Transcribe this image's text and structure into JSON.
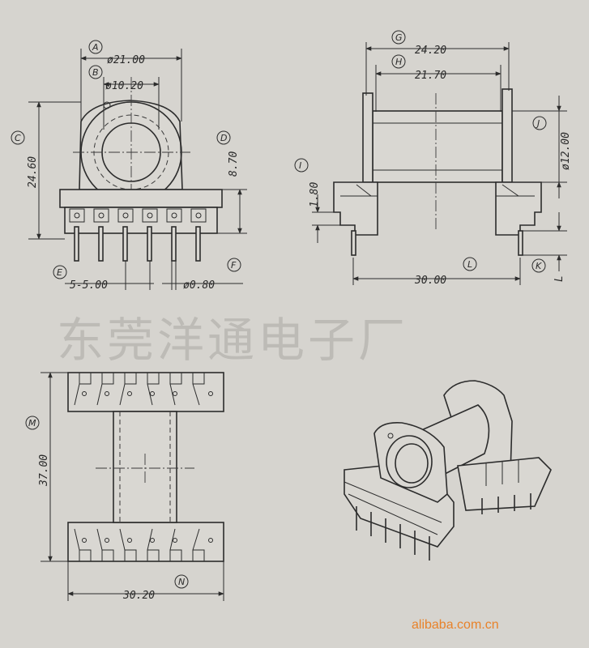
{
  "labels": {
    "A": "A",
    "B": "B",
    "C": "C",
    "D": "D",
    "E": "E",
    "F": "F",
    "G": "G",
    "H": "H",
    "I": "I",
    "J": "J",
    "K": "K",
    "L": "L",
    "M": "M",
    "N": "N"
  },
  "dims": {
    "A": "ø21.00",
    "B": "ø10.20",
    "C": "24.60",
    "D": "8.70",
    "E": "5-5.00",
    "F": "ø0.80",
    "G": "24.20",
    "H": "21.70",
    "I": "1.80",
    "J": "ø12.00",
    "K": "L",
    "L": "30.00",
    "M": "37.00",
    "N": "30.20"
  },
  "watermark": "东莞洋通电子厂",
  "brand": "alibaba.com.cn",
  "colors": {
    "paper": "#d6d4cf",
    "ink": "#2c2c2c",
    "brand": "#e8822a"
  }
}
